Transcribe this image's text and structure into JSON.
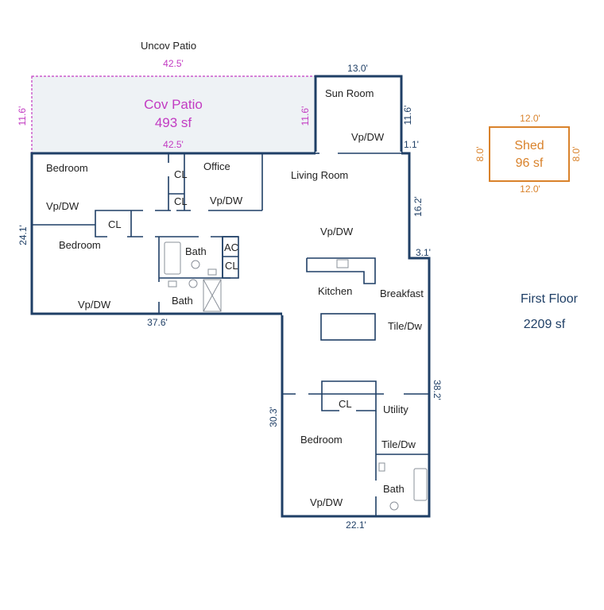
{
  "patio": {
    "uncovered_label": "Uncov Patio",
    "top_dim": "42.5'",
    "bottom_dim": "42.5'",
    "left_dim": "11.6'",
    "right_dim": "11.6'",
    "name": "Cov Patio",
    "area": "493 sf"
  },
  "dims": {
    "sunroom_top": "13.0'",
    "sunroom_right": "11.6'",
    "jog_top": "1.1'",
    "living_right": "16.2'",
    "jog_mid": "3.1'",
    "left": "24.1'",
    "bottom_left": "37.6'",
    "wing_left": "30.3'",
    "wing_right": "38.2'",
    "wing_bottom": "22.1'"
  },
  "rooms": {
    "sun_room": "Sun Room",
    "sun_floor": "Vp/DW",
    "bedroom1": "Bedroom",
    "bedroom1_floor": "Vp/DW",
    "cl1": "CL",
    "cl2": "CL",
    "office": "Office",
    "office_floor": "Vp/DW",
    "living": "Living Room",
    "living_floor": "Vp/DW",
    "cl3": "CL",
    "bedroom2": "Bedroom",
    "bedroom2_floor": "Vp/DW",
    "bath1": "Bath",
    "bath2": "Bath",
    "ac": "AC",
    "cl4": "CL",
    "kitchen": "Kitchen",
    "breakfast": "Breakfast",
    "kitchen_floor": "Tile/Dw",
    "cl5": "CL",
    "utility": "Utility",
    "utility_floor": "Tile/Dw",
    "bedroom3": "Bedroom",
    "bedroom3_floor": "Vp/DW",
    "bath3": "Bath"
  },
  "shed": {
    "name": "Shed",
    "area": "96 sf",
    "top": "12.0'",
    "bottom": "12.0'",
    "left": "8.0'",
    "right": "8.0'"
  },
  "summary": {
    "floor": "First Floor",
    "area": "2209 sf"
  },
  "colors": {
    "wall": "#1f3f66",
    "patio": "#c23bc2",
    "shed": "#d9822b"
  }
}
